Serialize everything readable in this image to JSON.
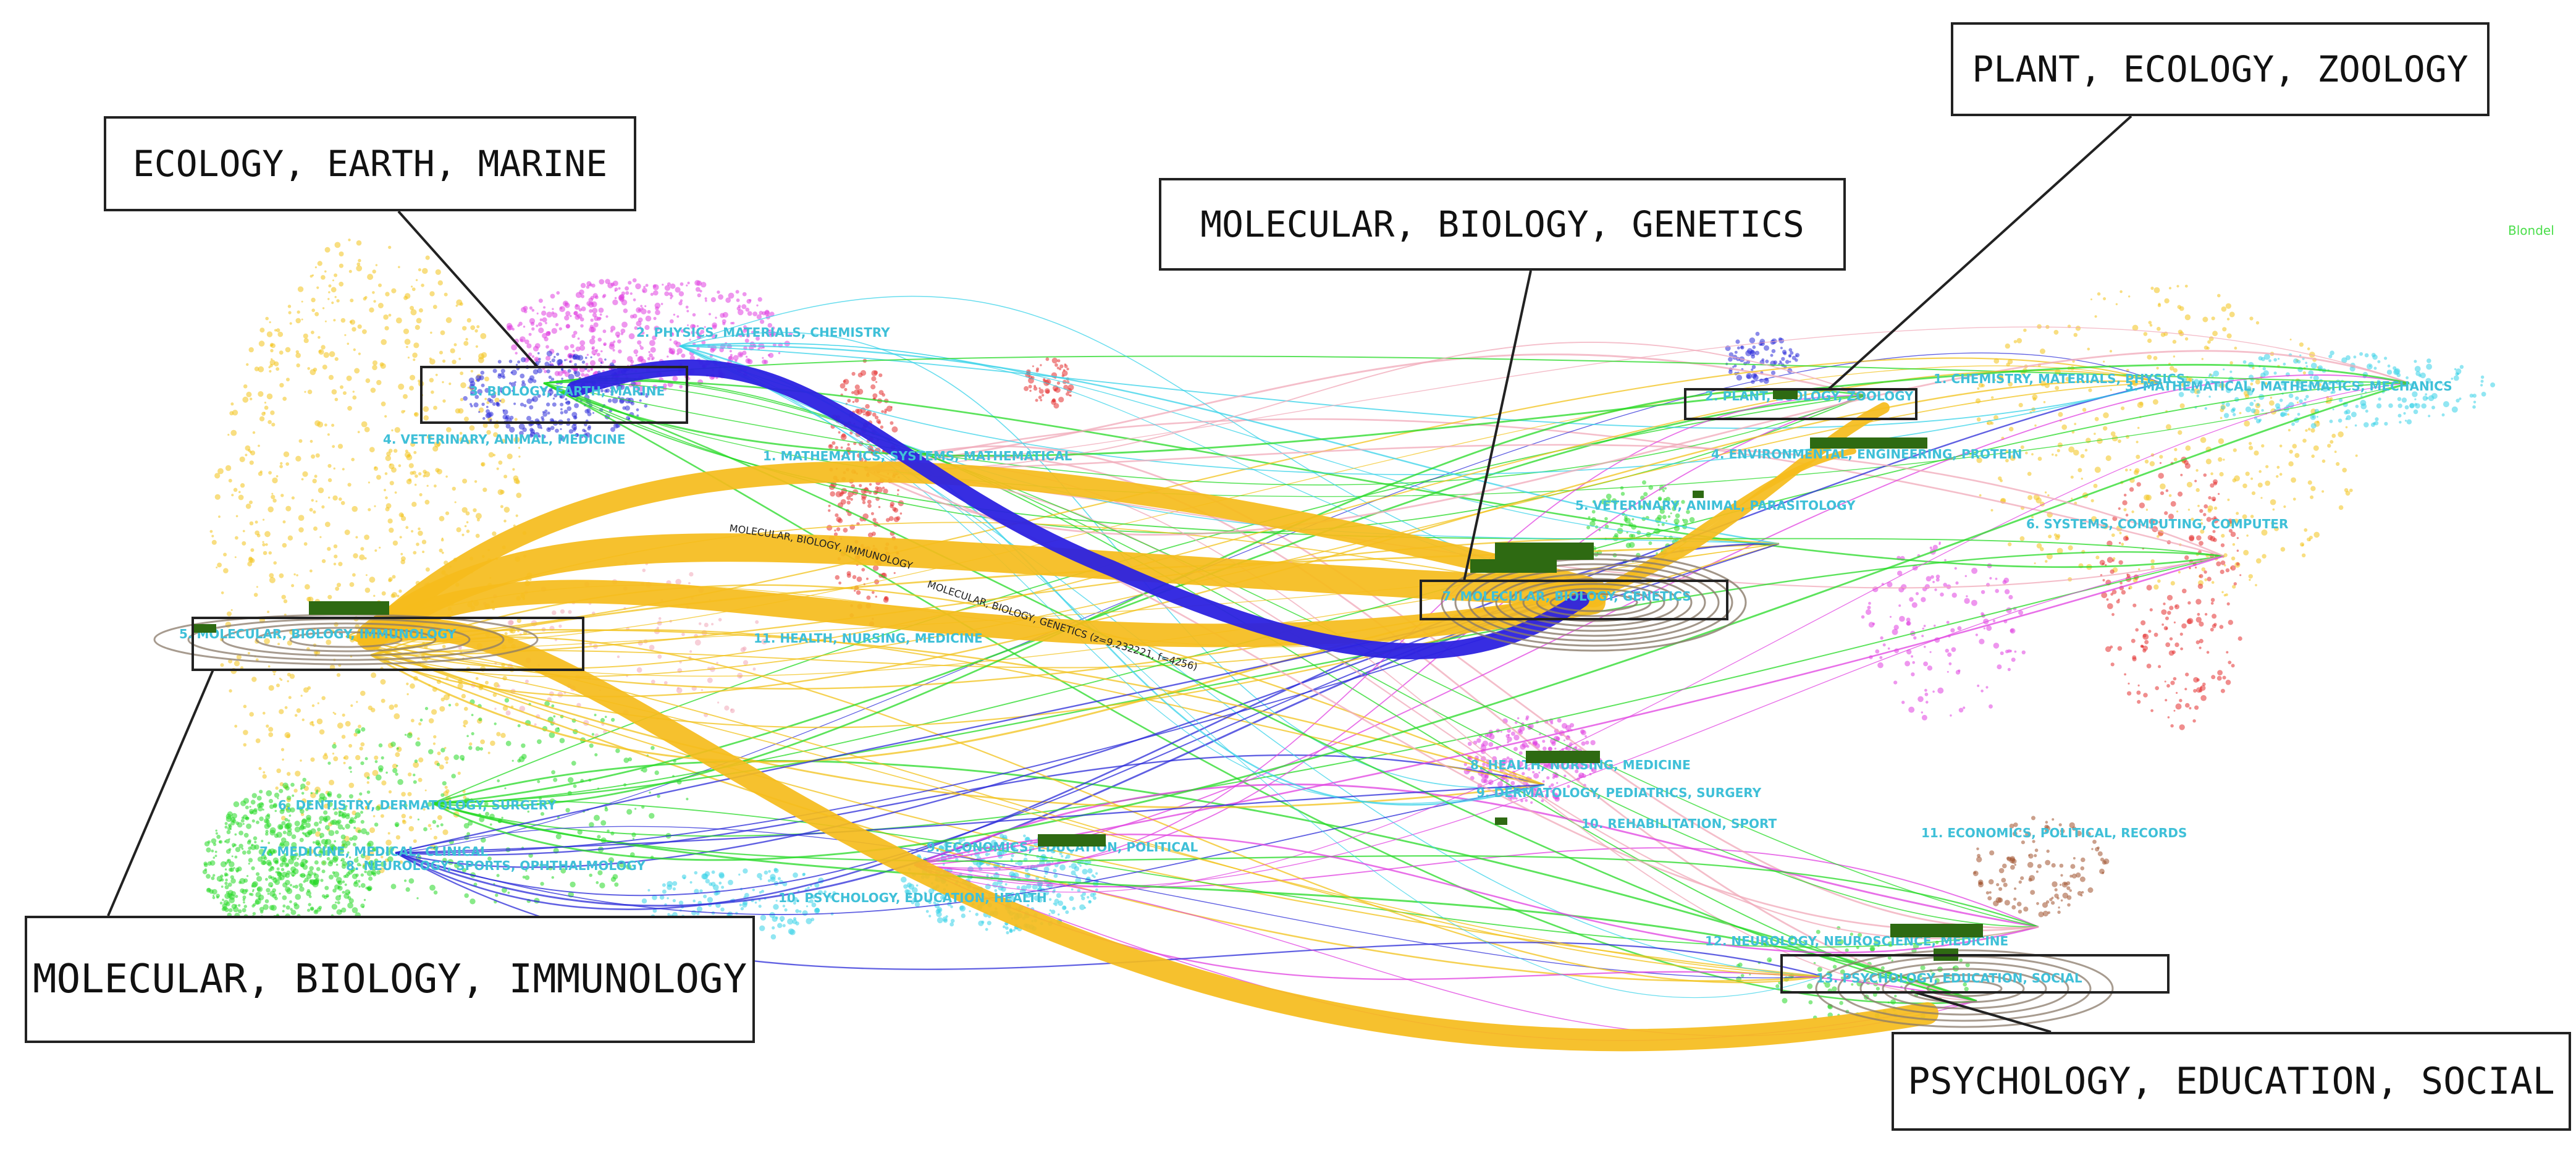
{
  "diagram": {
    "algorithm_label": "Blondel",
    "callouts": {
      "ecology_earth_marine": "ECOLOGY, EARTH, MARINE",
      "molecular_biology_genetics": "MOLECULAR, BIOLOGY, GENETICS",
      "plant_ecology_zoology": "PLANT, ECOLOGY, ZOOLOGY",
      "molecular_biology_immunology": "MOLECULAR, BIOLOGY, IMMUNOLOGY",
      "psychology_education_social": "PSYCHOLOGY, EDUCATION, SOCIAL"
    },
    "flow_labels": {
      "immunology_to_genetics": "MOLECULAR, BIOLOGY, IMMUNOLOGY",
      "genetics_path": "MOLECULAR, BIOLOGY, GENETICS (z=9.232221, f=4256)"
    },
    "left_clusters": [
      {
        "label": "2. PHYSICS, MATERIALS, CHEMISTRY",
        "color": "#3fc0d8"
      },
      {
        "label": "3. BIOLOGY, EARTH, MARINE",
        "color": "#3fc0d8"
      },
      {
        "label": "4. VETERINARY, ANIMAL, MEDICINE",
        "color": "#3fc0d8"
      },
      {
        "label": "1. MATHEMATICS, SYSTEMS, MATHEMATICAL",
        "color": "#3fc0d8"
      },
      {
        "label": "5. MOLECULAR, BIOLOGY, IMMUNOLOGY",
        "color": "#3fc0d8"
      },
      {
        "label": "6. DENTISTRY, DERMATOLOGY, SURGERY",
        "color": "#3fc0d8"
      },
      {
        "label": "7. MEDICINE, MEDICAL, CLINICAL",
        "color": "#3fc0d8"
      },
      {
        "label": "8. NEUROLOGY, SPORTS, OPHTHALMOLOGY",
        "color": "#3fc0d8"
      },
      {
        "label": "9. ECONOMICS, EDUCATION, POLITICAL",
        "color": "#3fc0d8"
      },
      {
        "label": "10. PSYCHOLOGY, EDUCATION, HEALTH",
        "color": "#3fc0d8"
      },
      {
        "label": "11. HEALTH, NURSING, MEDICINE",
        "color": "#3fc0d8"
      }
    ],
    "right_clusters": [
      {
        "label": "1. CHEMISTRY, MATERIALS, PHYSICS",
        "color": "#3fc0d8"
      },
      {
        "label": "2. PLANT, ECOLOGY, ZOOLOGY",
        "color": "#3fc0d8"
      },
      {
        "label": "3. MATHEMATICAL, MATHEMATICS, MECHANICS",
        "color": "#3fc0d8"
      },
      {
        "label": "4. ENVIRONMENTAL, ENGINEERING, PROTEIN",
        "color": "#3fc0d8"
      },
      {
        "label": "5. VETERINARY, ANIMAL, PARASITOLOGY",
        "color": "#3fc0d8"
      },
      {
        "label": "6. SYSTEMS, COMPUTING, COMPUTER",
        "color": "#3fc0d8"
      },
      {
        "label": "7. MOLECULAR, BIOLOGY, GENETICS",
        "color": "#3fc0d8"
      },
      {
        "label": "8. HEALTH, NURSING, MEDICINE",
        "color": "#3fc0d8"
      },
      {
        "label": "9. DERMATOLOGY, PEDIATRICS, SURGERY",
        "color": "#3fc0d8"
      },
      {
        "label": "10. REHABILITATION, SPORT",
        "color": "#3fc0d8"
      },
      {
        "label": "11. ECONOMICS, POLITICAL, RECORDS",
        "color": "#3fc0d8"
      },
      {
        "label": "12. NEUROLOGY, NEUROSCIENCE, MEDICINE",
        "color": "#3fc0d8"
      },
      {
        "label": "13. PSYCHOLOGY, EDUCATION, SOCIAL",
        "color": "#3fc0d8"
      }
    ],
    "colors": {
      "main_flow": "#f5bc1c",
      "secondary_flow": "#2c22e0",
      "label_text": "#3fc0d8",
      "label_box": "#2e6a12",
      "legend_text": "#4ade4a"
    }
  }
}
